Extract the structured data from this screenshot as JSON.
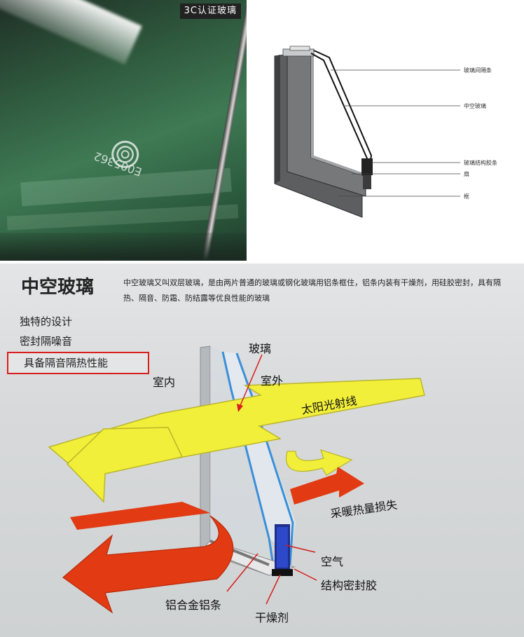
{
  "photo": {
    "tag": "3C认证玻璃",
    "stamp_code": "E005362"
  },
  "profile": {
    "labels": [
      "玻璃间隔条",
      "中空玻璃",
      "玻璃结构胶条",
      "扇",
      "框"
    ]
  },
  "diagram": {
    "title": "中空玻璃",
    "description": "中空玻璃又叫双层玻璃，是由两片普通的玻璃或钢化玻璃用铝条框住，铝条内装有干燥剂，用硅胶密封，具有隔热、隔音、防霜、防结露等优良性能的玻璃",
    "features": [
      "独特的设计",
      "密封隔噪音",
      "具备隔音隔热性能"
    ],
    "labels": {
      "indoor": "室内",
      "outdoor": "室外",
      "glass": "玻璃",
      "sunlight": "太阳光射线",
      "heat_loss": "采暖热量损失",
      "air": "空气",
      "sealant": "结构密封胶",
      "aluminum": "铝合金铝条",
      "desiccant": "干燥剂"
    },
    "colors": {
      "highlight_box": "#d81e1e",
      "sun_arrow": "#f2ef3a",
      "heat_arrow": "#e23a12",
      "glass_edge": "#3b8fd8"
    }
  }
}
